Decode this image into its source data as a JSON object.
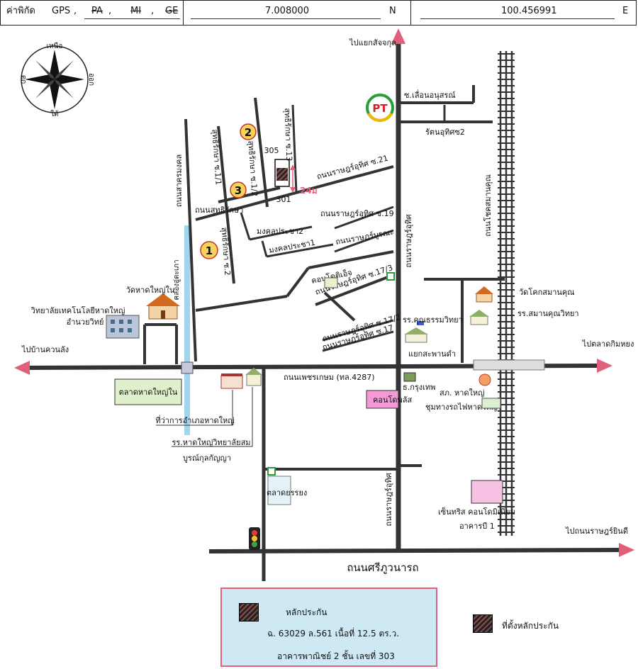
{
  "gps": {
    "label": "ค่าพิกัด",
    "type_gps": "GPS",
    "type_pa": "PA",
    "type_mi": "MI",
    "type_ge": "GE",
    "sep": ",",
    "lat": "7.008000",
    "lat_dir": "N",
    "lng": "100.456991",
    "lng_dir": "E"
  },
  "compass": {
    "north": "เหนือ",
    "south": "ใต้",
    "east": "ออก",
    "west": "ตก"
  },
  "directions": {
    "north": "ไปแยกสัจจกุล",
    "west": "ไปบ้านควนลัง",
    "east": "ไปตลาดกิมหยง",
    "southeast": "ไปถนนราษฎร์ยินดี"
  },
  "roads": {
    "petchkasem": "ถนนเพชรเกษม (ทล.4287)",
    "sriphuwanat": "ถนนศรีภูวนารถ",
    "ratuthit_vertical": "ถนนราษฎร์อุทิศ",
    "ratuthit_vertical_lower": "ถนนราษฎร์อุทิศ",
    "ratuthit_21": "ถนนราษฎร์อุทิศ ซ.21",
    "ratuthit_19": "ถนนราษฎร์อุทิศ ซ.19",
    "ratburana": "ถนนราษฎร์บูรณะ",
    "ratuthit_17_3": "ถนนราษฎร์อุทิศ ซ.17/3",
    "ratuthit_17_2": "ถนนราษฎร์อุทิศ ซ.17/2",
    "ratuthit_17": "ถนนราษฎร์อุทิศ ซ.17",
    "sutthiraksa": "ถนนสุทธิรักษา",
    "sutthiraksa_2": "สุทธิรักษา ซ.2",
    "sutthiraksa_1_2": "สุทธิรักษา ซ.1/2",
    "sutthiraksa_1_1": "สุทธิรักษา ซ.1/1",
    "sutthiraksa_13": "สุทธิรักษา ซ.13",
    "sakhon_mongkhon": "ถนนสาครมงคล",
    "mongkhon_1": "มงคลประชา1",
    "mongkhon_2": "มงคลประชา2",
    "lueanonusorn": "ซ.เลื่อนอนุสรณ์",
    "ratuthit_2": "รัตนอุทิศซ2",
    "rotfai": "ถนนโชคสมานคุณ",
    "canal": "คลองอู่ตะเภา"
  },
  "places": {
    "wat_hatyai_nai": "วัดหาดใหญ่ใน",
    "college_line1": "วิทยาลัยเทคโนโลยีหาดใหญ่",
    "college_line2": "อำนวยวิทย์",
    "market_hatyai_nai": "ตลาดหาดใหญ่ใน",
    "district_office": "ที่ว่าการอำเภอหาดใหญ่",
    "school_line1": "รร.หาดใหญ่วิทยาลัยสม",
    "school_line2": "บูรณ์กุลกัญญา",
    "condo_toti": "คอนโดติเอ็จ",
    "khunatham_school": "รร.คุณธรรมวิทยา",
    "saphan_dam": "แยกสะพานดำ",
    "bangkok_bank": "ธ.กรุงเทพ",
    "condo_plus": "คอนโดพลัส",
    "police": "สภ. หาดใหญ่",
    "railway_junction": "ชุมทางรถไฟหาดใหญ่",
    "wat_khok": "วัดโคกสมานคุณ",
    "samankhun_school": "รร.สมานคุณวิทยา",
    "market_errong": "ตลาดยรรยง",
    "centrist_line1": "เซ็นทริส คอนโดมิเนียม",
    "centrist_line2": "อาคารบี 1",
    "pt_logo": "PT"
  },
  "markers": {
    "m1": "1",
    "m2": "2",
    "m3": "3",
    "unit_305": "305",
    "unit_301": "301",
    "distance": "24ม"
  },
  "legend": {
    "collateral": "หลักประกัน",
    "deed": "ฉ. 63029 ล.561 เนื้อที่ 12.5 ตร.ว.",
    "building": "อาคารพาณิชย์ 2 ชั้น เลขที่ 303",
    "location": "ที่ตั้งหลักประกัน"
  },
  "colors": {
    "road": "#333333",
    "arrow": "#e0607a",
    "canal": "#9fd6ee",
    "legend_bg": "#cfe9f4",
    "market_box": "#dff0cc",
    "condo_pink": "#f39ad6",
    "marker_yellow": "#f7d35a",
    "collateral_hatch": "#8a4b4b"
  }
}
